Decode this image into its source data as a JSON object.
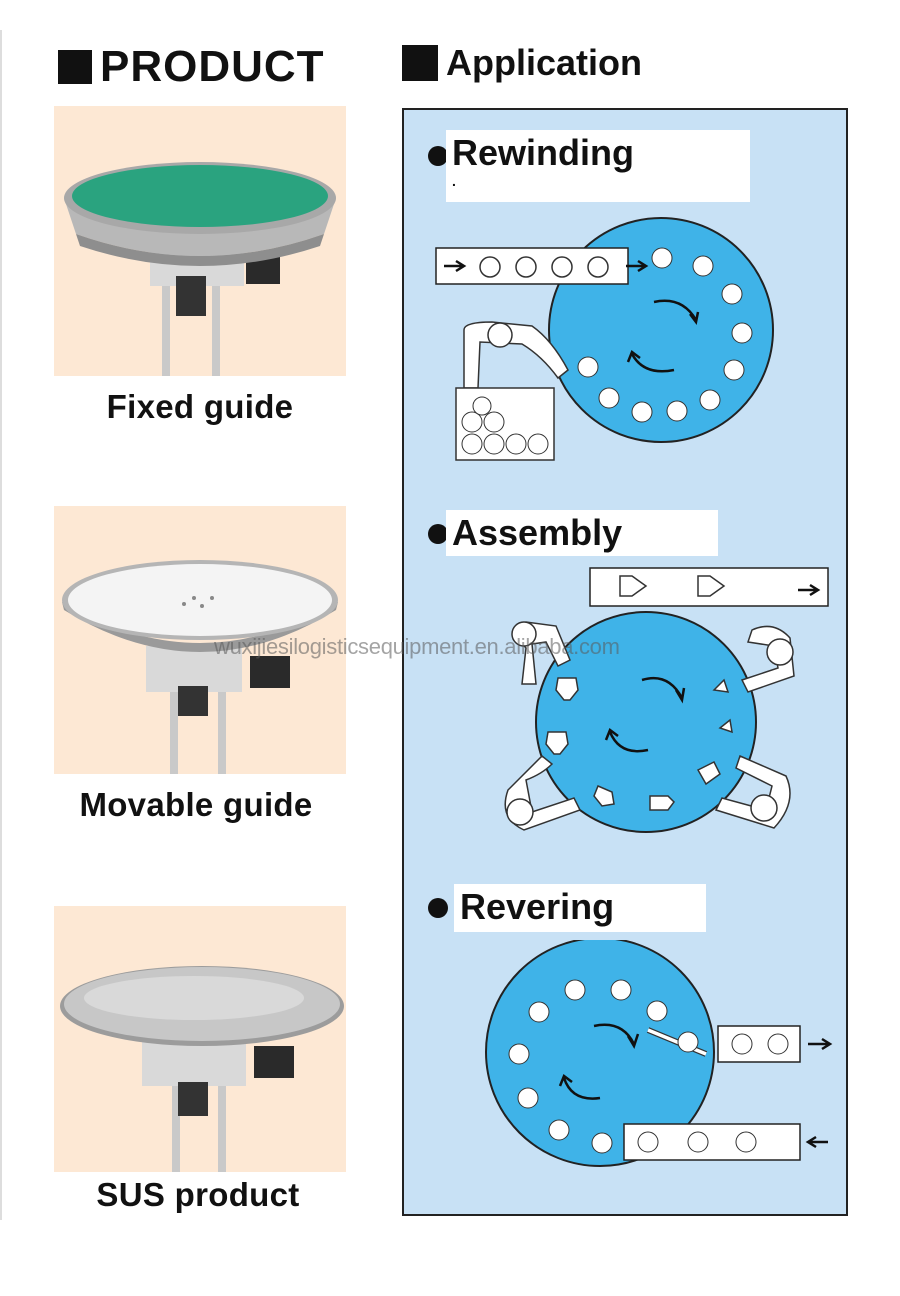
{
  "headings": {
    "product": "PRODUCT",
    "application": "Application"
  },
  "products": [
    {
      "label": "Fixed guide",
      "surface": "green"
    },
    {
      "label": "Movable guide",
      "surface": "white"
    },
    {
      "label": "SUS product",
      "surface": "steel"
    }
  ],
  "applications": [
    {
      "title": "Rewinding",
      "extra": "."
    },
    {
      "title": "Assembly"
    },
    {
      "title": "Revering"
    }
  ],
  "watermark": "wuxijiesilogisticsequipment.en.alibaba.com",
  "colors": {
    "panel_bg": "#c8e1f5",
    "disk": "#3fb3e8",
    "product_bg": "#fde8d4",
    "green_top": "#2aa37f"
  }
}
